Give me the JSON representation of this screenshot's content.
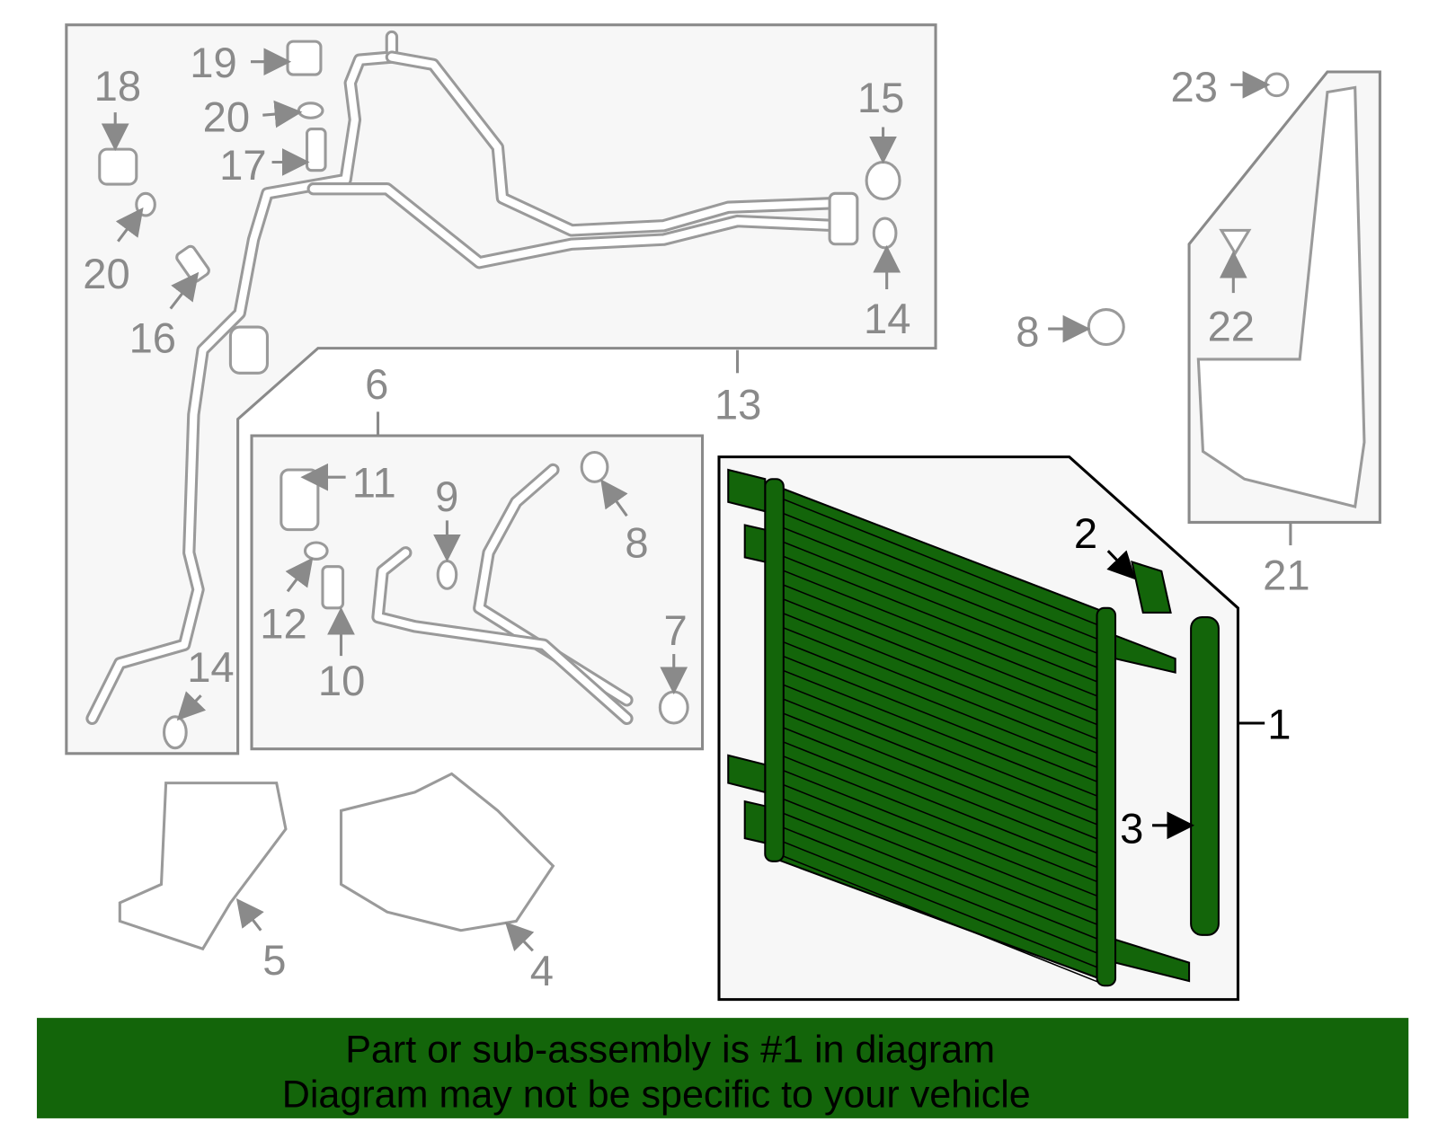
{
  "diagram": {
    "labels": {
      "l1": "1",
      "l2": "2",
      "l3": "3",
      "l4": "4",
      "l5": "5",
      "l6": "6",
      "l7": "7",
      "l8a": "8",
      "l8b": "8",
      "l9": "9",
      "l10": "10",
      "l11": "11",
      "l12": "12",
      "l13": "13",
      "l14a": "14",
      "l14b": "14",
      "l15": "15",
      "l16": "16",
      "l17": "17",
      "l18": "18",
      "l19": "19",
      "l20a": "20",
      "l20b": "20",
      "l21": "21",
      "l22": "22",
      "l23": "23"
    },
    "highlight_color": "#13650a",
    "highlighted_part": "1"
  },
  "banner": {
    "line1": "Part or sub-assembly is #1 in diagram",
    "line2": "Diagram may not be specific to your vehicle",
    "color": "#13650a"
  }
}
